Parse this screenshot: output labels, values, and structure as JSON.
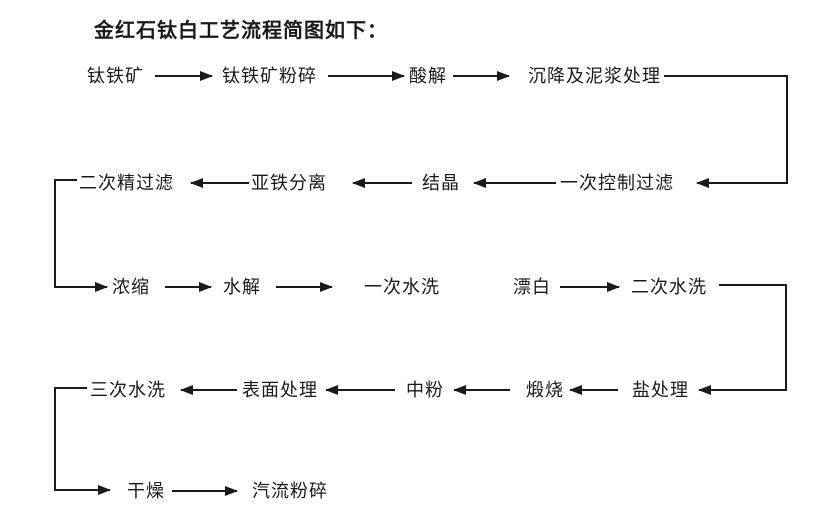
{
  "title": "金红石钛白工艺流程简图如下：",
  "colors": {
    "ink": "#1a1a1a",
    "background": "#ffffff"
  },
  "flowchart": {
    "nodes": [
      {
        "id": "ilmenite",
        "label": "钛铁矿"
      },
      {
        "id": "ilmenite-crushing",
        "label": "钛铁矿粉碎"
      },
      {
        "id": "acid-hydrolysis",
        "label": "酸解"
      },
      {
        "id": "settling-and-slurry-treatment",
        "label": "沉降及泥浆处理"
      },
      {
        "id": "first-controlled-filtration",
        "label": "一次控制过滤"
      },
      {
        "id": "crystallization",
        "label": "结晶"
      },
      {
        "id": "ferrous-separation",
        "label": "亚铁分离"
      },
      {
        "id": "second-fine-filtration",
        "label": "二次精过滤"
      },
      {
        "id": "concentration",
        "label": "浓缩"
      },
      {
        "id": "hydrolysis",
        "label": "水解"
      },
      {
        "id": "first-water-washing",
        "label": "一次水洗"
      },
      {
        "id": "bleaching",
        "label": "漂白"
      },
      {
        "id": "second-water-washing",
        "label": "二次水洗"
      },
      {
        "id": "salt-treatment",
        "label": "盐处理"
      },
      {
        "id": "calcination",
        "label": "煅烧"
      },
      {
        "id": "middle-grinding",
        "label": "中粉"
      },
      {
        "id": "surface-treatment",
        "label": "表面处理"
      },
      {
        "id": "third-water-washing",
        "label": "三次水洗"
      },
      {
        "id": "drying",
        "label": "干燥"
      },
      {
        "id": "jet-milling",
        "label": "汽流粉碎"
      }
    ],
    "edges": [
      {
        "from": "ilmenite",
        "to": "ilmenite-crushing"
      },
      {
        "from": "ilmenite-crushing",
        "to": "acid-hydrolysis"
      },
      {
        "from": "acid-hydrolysis",
        "to": "settling-and-slurry-treatment"
      },
      {
        "from": "settling-and-slurry-treatment",
        "to": "first-controlled-filtration"
      },
      {
        "from": "first-controlled-filtration",
        "to": "crystallization"
      },
      {
        "from": "crystallization",
        "to": "ferrous-separation"
      },
      {
        "from": "ferrous-separation",
        "to": "second-fine-filtration"
      },
      {
        "from": "second-fine-filtration",
        "to": "concentration"
      },
      {
        "from": "concentration",
        "to": "hydrolysis"
      },
      {
        "from": "hydrolysis",
        "to": "first-water-washing"
      },
      {
        "from": "bleaching",
        "to": "second-water-washing"
      },
      {
        "from": "second-water-washing",
        "to": "salt-treatment"
      },
      {
        "from": "salt-treatment",
        "to": "calcination"
      },
      {
        "from": "calcination",
        "to": "middle-grinding"
      },
      {
        "from": "middle-grinding",
        "to": "surface-treatment"
      },
      {
        "from": "surface-treatment",
        "to": "third-water-washing"
      },
      {
        "from": "third-water-washing",
        "to": "drying"
      },
      {
        "from": "drying",
        "to": "jet-milling"
      }
    ]
  }
}
